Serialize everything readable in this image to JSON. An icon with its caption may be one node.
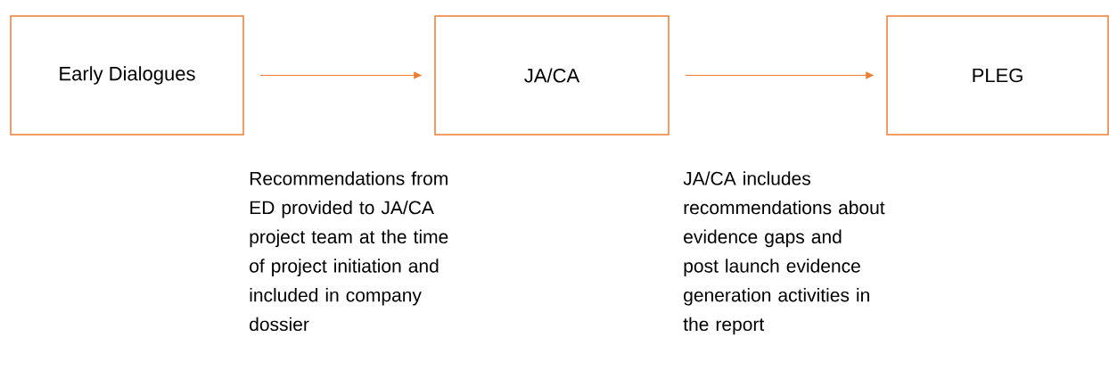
{
  "diagram": {
    "nodes": [
      {
        "text": [
          "Early Dialogues"
        ]
      },
      {
        "text": [
          "JA/CA"
        ]
      },
      {
        "text": [
          "PLEG"
        ]
      }
    ],
    "edges": [
      {
        "from": 0,
        "to": 1,
        "arrow": "to"
      },
      {
        "from": 1,
        "to": 2,
        "arrow": "to"
      }
    ],
    "labels": [
      "Recommendations from ED provided to JA/CA project team at the time of project initiation and included in company dossier",
      "JA/CA includes recommendations about evidence gaps and post launch evidence generation activities in the report"
    ]
  }
}
